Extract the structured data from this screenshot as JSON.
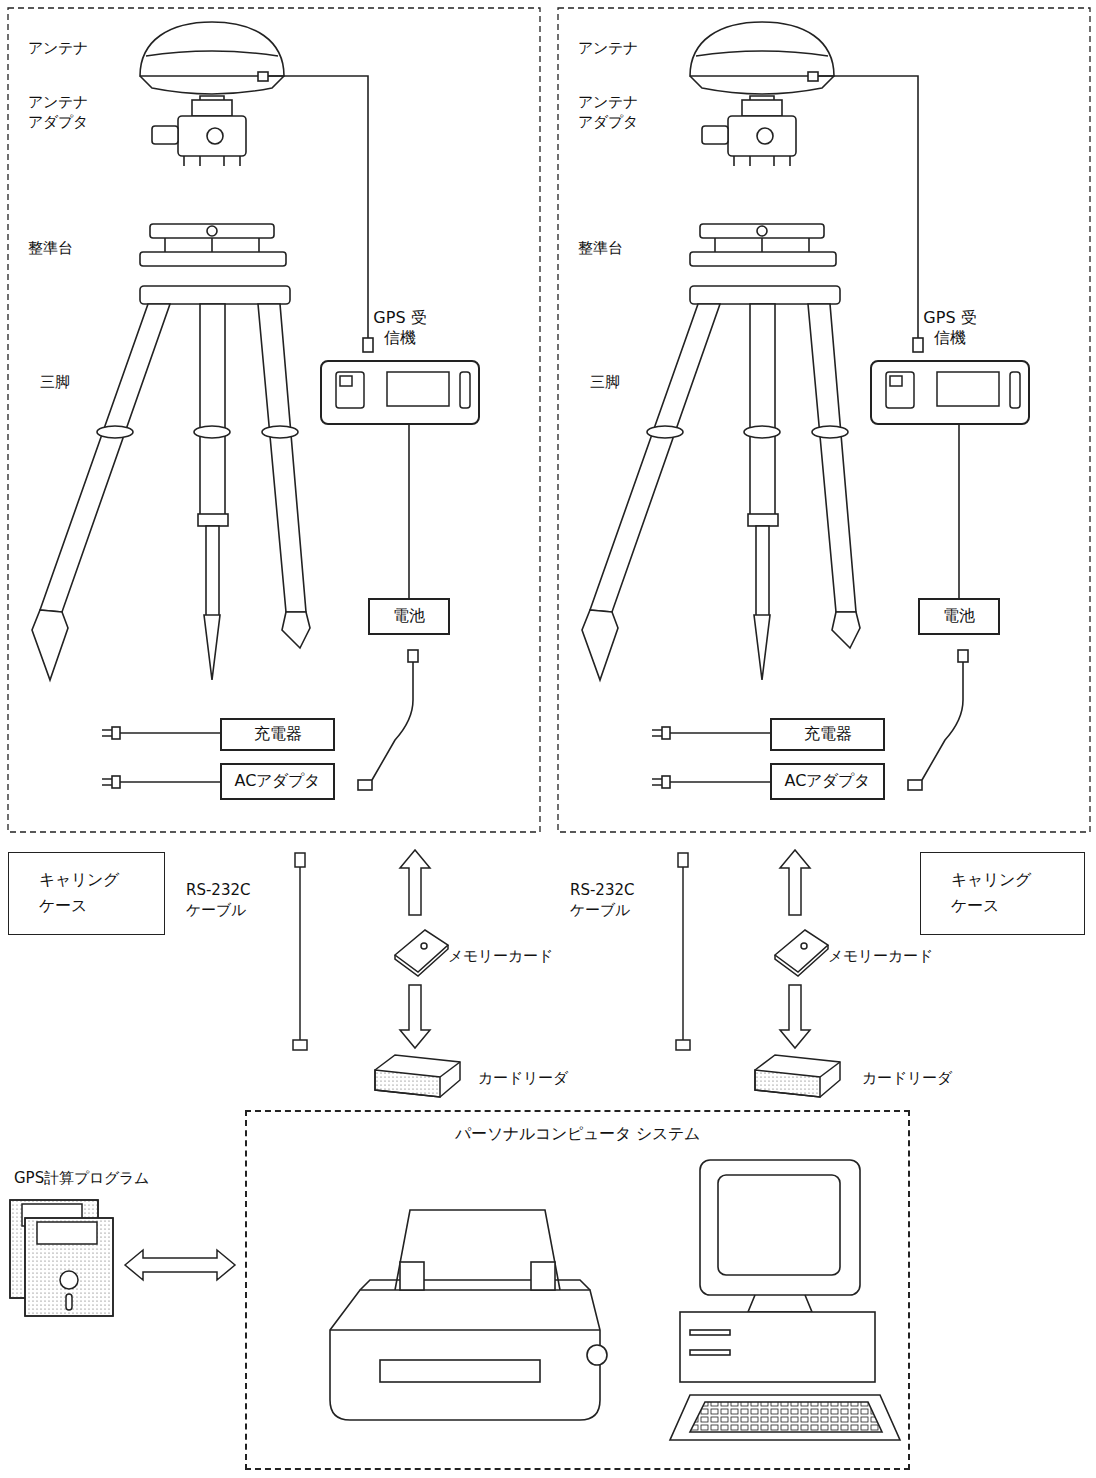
{
  "diagram": {
    "nodes": [
      {
        "text": [
          "GPS 受信機"
        ]
      },
      {
        "text": [
          "電池"
        ]
      },
      {
        "text": [
          "充電器"
        ]
      },
      {
        "text": [
          "ACアダプタ"
        ]
      },
      {
        "text": [
          "GPS 受信機"
        ]
      },
      {
        "text": [
          "電池"
        ]
      },
      {
        "text": [
          "充電器"
        ]
      },
      {
        "text": [
          "ACアダプタ"
        ]
      },
      {
        "text": [
          "キャリング ケース"
        ]
      },
      {
        "text": [
          "キャリング ケース"
        ]
      },
      {
        "text": [
          "パーソナルコンピュータ システム"
        ]
      }
    ],
    "edges": [
      {
        "from": 0,
        "to": 1,
        "arrow": "none"
      },
      {
        "from": 4,
        "to": 5,
        "arrow": "none"
      }
    ],
    "labels": [
      "アンテナ",
      "アンテナ アダプタ",
      "整準台",
      "三脚",
      "アンテナ",
      "アンテナ アダプタ",
      "整準台",
      "三脚",
      "RS-232C ケーブル",
      "メモリーカード",
      "カードリーダ",
      "RS-232C ケーブル",
      "メモリーカード",
      "カードリーダ",
      "GPS計算プログラム"
    ]
  }
}
